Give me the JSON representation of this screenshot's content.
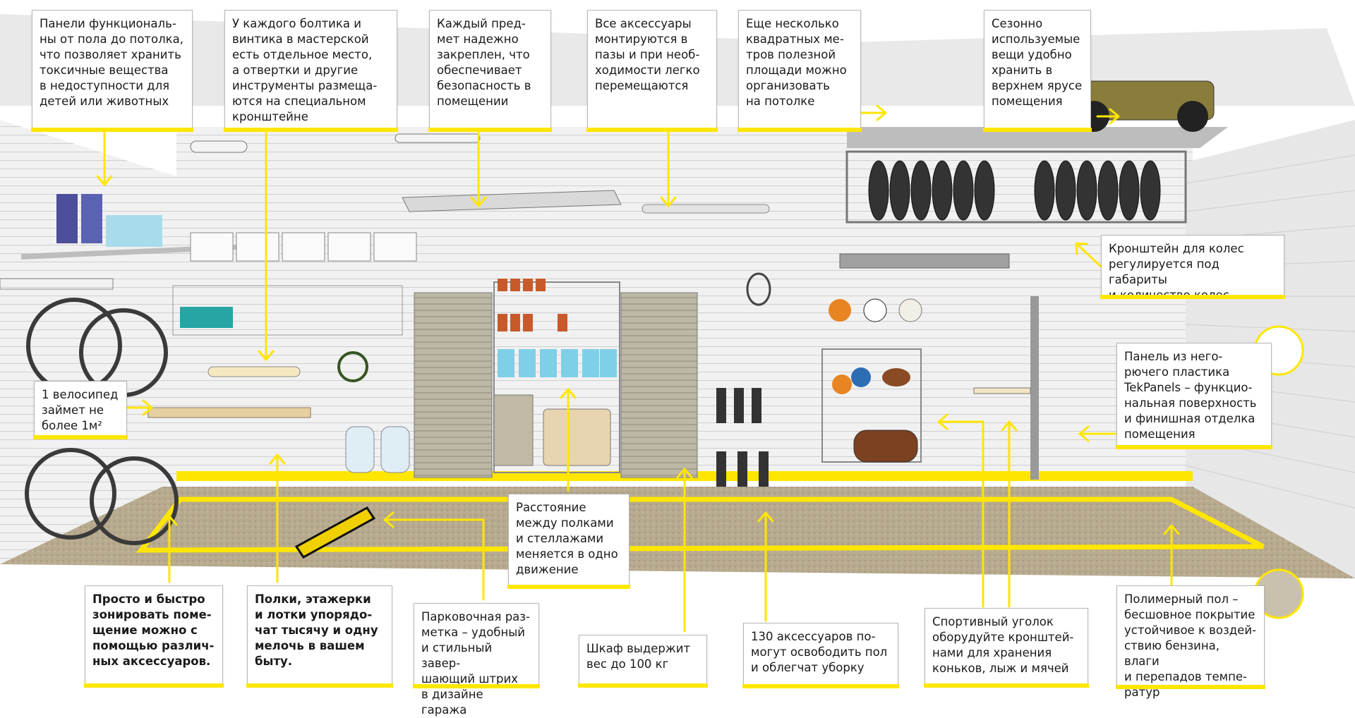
{
  "callouts": {
    "panels": "Панели функциональ-\nны от пола до потолка,\nчто позволяет хранить\nтоксичные вещества\nв недоступности для\nдетей или животных",
    "bolts": "У каждого болтика и\nвинтика в мастерской\nесть отдельное место,\nа отвертки и другие\nинструменты размеща-\nются на специальном\nкронштейне",
    "secure": "Каждый пред-\nмет надежно\nзакреплен, что\nобеспечивает\nбезопасность в\nпомещении",
    "mounted": "Все аксессуары\nмонтируются в\nпазы и при необ-\nходимости легко\nперемещаются",
    "ceiling": "Еще несколько\nквадратных ме-\nтров полезной\nплощади можно\nорганизовать\nна потолке",
    "seasonal": "Сезонно\nиспользуемые\nвещи удобно\nхранить в\nверхнем ярусе\nпомещения",
    "wheels": "Кронштейн для колес\nрегулируется под габариты\nи количество колес",
    "tekpanels": "Панель из него-\nрючего пластика\nTekPanels – функцио-\nнальная поверхность\nи финишная отделка\nпомещения",
    "bicycle": "1 велосипед\nзаймет не\nболее 1м²",
    "distance": "Расстояние\nмежду полками\nи стеллажами\nменяется в одно\nдвижение",
    "zoning": "Просто и быстро\nзонировать поме-\nщение можно с\nпомощью различ-\nных аксессуаров.",
    "shelves": "Полки, этажерки\nи лотки упорядо-\nчат тысячу и одну\nмелочь в вашем\nбыту.",
    "parking": "Парковочная раз-\nметка – удобный\nи стильный завер-\nшающий штрих\nв дизайне гаража",
    "cabinet": "Шкаф выдержит\nвес до 100 кг",
    "accessories": "130 аксессуаров по-\nмогут освободить пол\nи облегчат уборку",
    "sport": "Спортивный уголок\nоборудуйте кронштей-\nнами для хранения\nконьков, лыж и мячей",
    "floor": "Полимерный пол –\nбесшовное покрытие\nустойчивое к воздей-\nствию бензина, влаги\nи перепадов темпе-\nратур"
  },
  "colors": {
    "accent": "#ffe600",
    "wall": "#efefef",
    "floor": "#a08c6c",
    "cabinet": "#b9b4a2"
  }
}
